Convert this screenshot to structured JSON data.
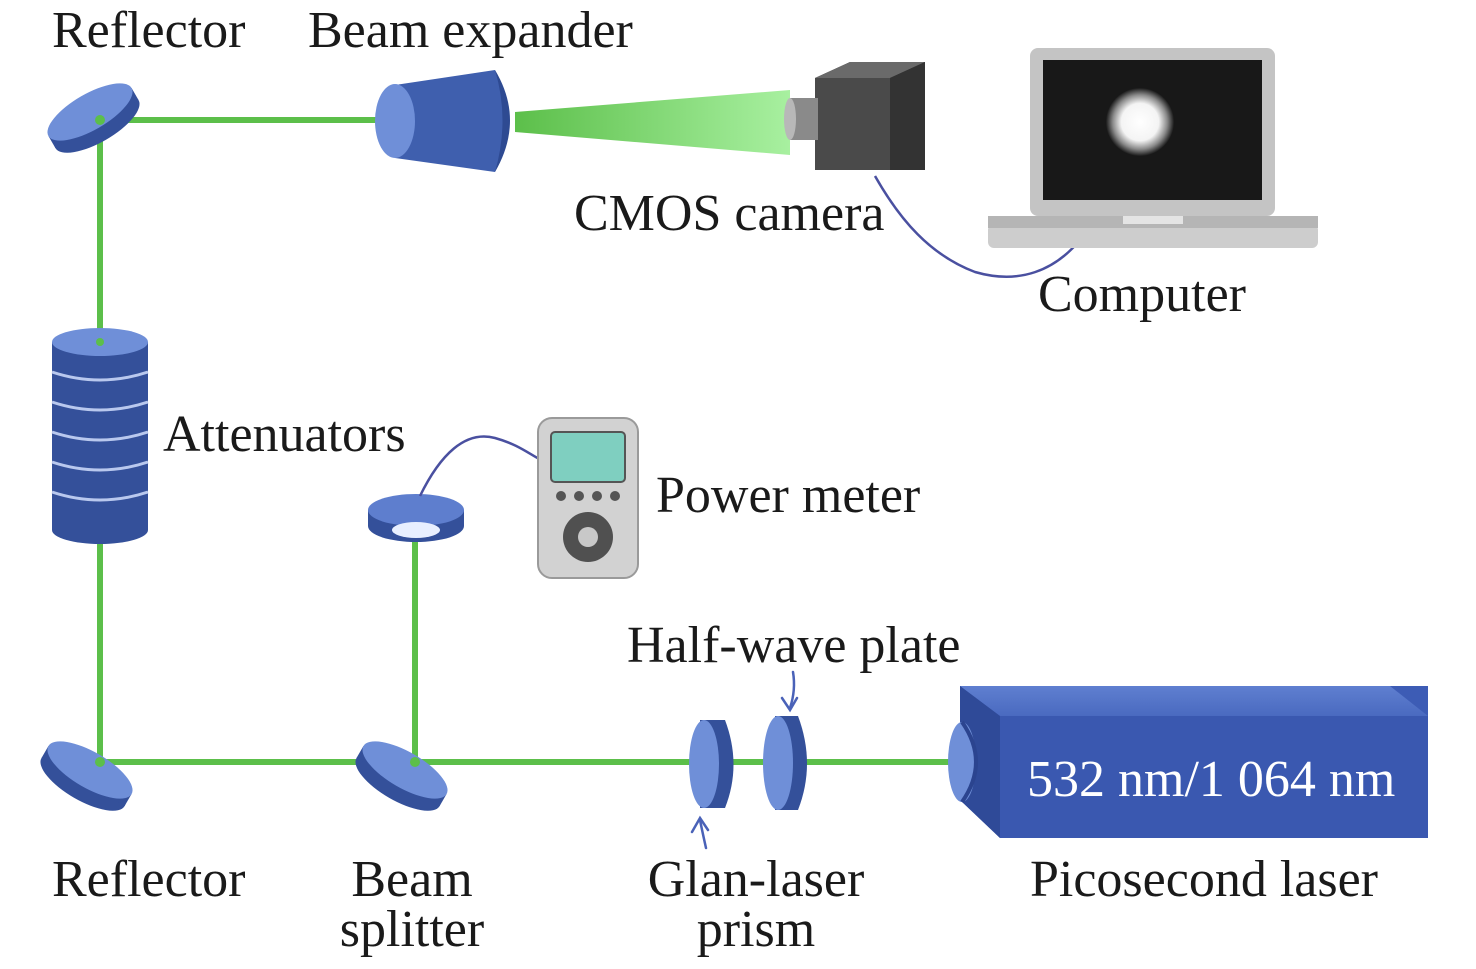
{
  "labels": {
    "reflector_top": "Reflector",
    "beam_expander": "Beam expander",
    "cmos_camera": "CMOS camera",
    "computer": "Computer",
    "attenuators": "Attenuators",
    "power_meter": "Power meter",
    "half_wave_plate": "Half-wave plate",
    "laser_wavelength": "532 nm/1 064 nm",
    "reflector_bottom": "Reflector",
    "beam_splitter_line1": "Beam",
    "beam_splitter_line2": "splitter",
    "glan_prism_line1": "Glan-laser",
    "glan_prism_line2": "prism",
    "picosecond_laser": "Picosecond laser"
  },
  "colors": {
    "beam": "#5cbf4a",
    "optic_blue": "#3f5fae",
    "optic_blue_light": "#6f8fd8",
    "laser_body": "#3d5cb5",
    "camera": "#3d3d3d",
    "cable": "#4a50a0",
    "laptop_frame": "#c4c4c4",
    "meter_screen": "#7fcfc0"
  }
}
